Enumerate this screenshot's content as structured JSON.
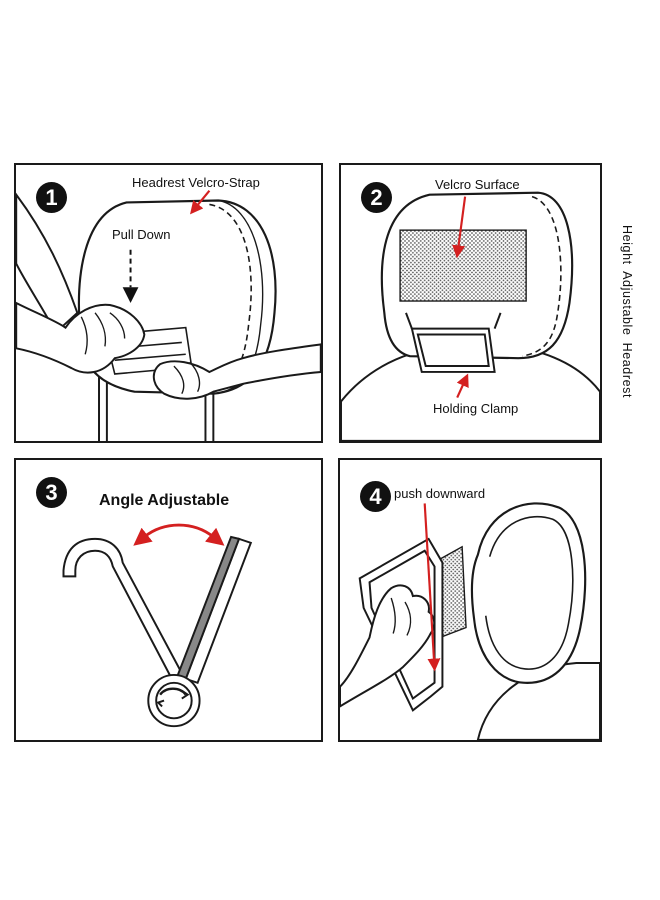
{
  "steps": {
    "step1": {
      "number": "1",
      "strap_label": "Headrest Velcro-Strap",
      "pull_label": "Pull Down"
    },
    "step2": {
      "number": "2",
      "velcro_label": "Velcro Surface",
      "clamp_label": "Holding Clamp"
    },
    "step3": {
      "number": "3",
      "angle_label": "Angle Adjustable"
    },
    "step4": {
      "number": "4",
      "push_label": "push downward"
    }
  },
  "side_label": "Height Adjustable Headrest",
  "colors": {
    "line": "#1a1a1a",
    "arrow_red": "#d42020",
    "velcro": "#777777"
  }
}
